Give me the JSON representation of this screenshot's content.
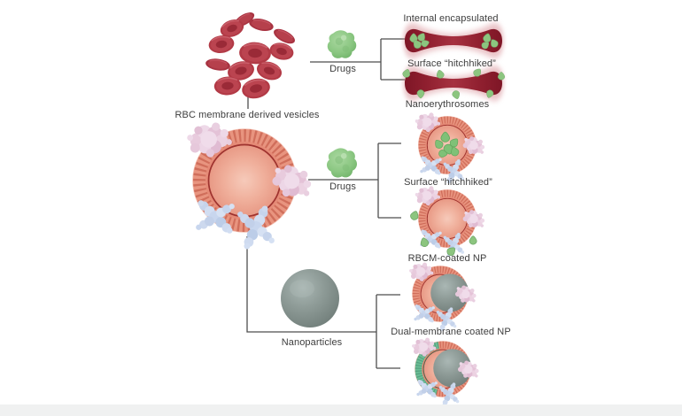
{
  "labels": {
    "internal_encapsulated": "Internal encapsulated",
    "surface_hitchhiked_top": "Surface “hitchhiked”",
    "drugs_top": "Drugs",
    "rbc_membrane_vesicles": "RBC membrane derived vesicles",
    "nanoerythrosomes": "Nanoerythrosomes",
    "drugs_middle": "Drugs",
    "surface_hitchhiked_middle": "Surface “hitchhiked”",
    "rbcm_coated_np": "RBCM-coated NP",
    "nanoparticles": "Nanoparticles",
    "dual_membrane_coated_np": "Dual-membrane coated NP"
  },
  "illustrations": [
    "rbc-cluster",
    "drug-blob",
    "internal-encapsulated-rbc",
    "surface-hitchhiked-rbc",
    "rbc-membrane-vesicle",
    "nanoerythrosome-vesicle",
    "surface-hitchhiked-vesicle",
    "nanoparticle-sphere",
    "rbcm-coated-np",
    "dual-membrane-coated-np"
  ],
  "colors": {
    "rbc_red": "#b23a46",
    "rbc_dark_maroon": "#7e1626",
    "membrane_salmon": "#e58a76",
    "membrane_dark_ring": "#9e332f",
    "drug_green": "#8cc57f",
    "protein_pink": "#e8cbdd",
    "protein_blue": "#c8d6ee",
    "nanoparticle_gray": "#8e9b97",
    "dual_membrane_teal": "#6cbd96",
    "connector_line": "#4e4e4e",
    "text": "#3d3d3d"
  }
}
